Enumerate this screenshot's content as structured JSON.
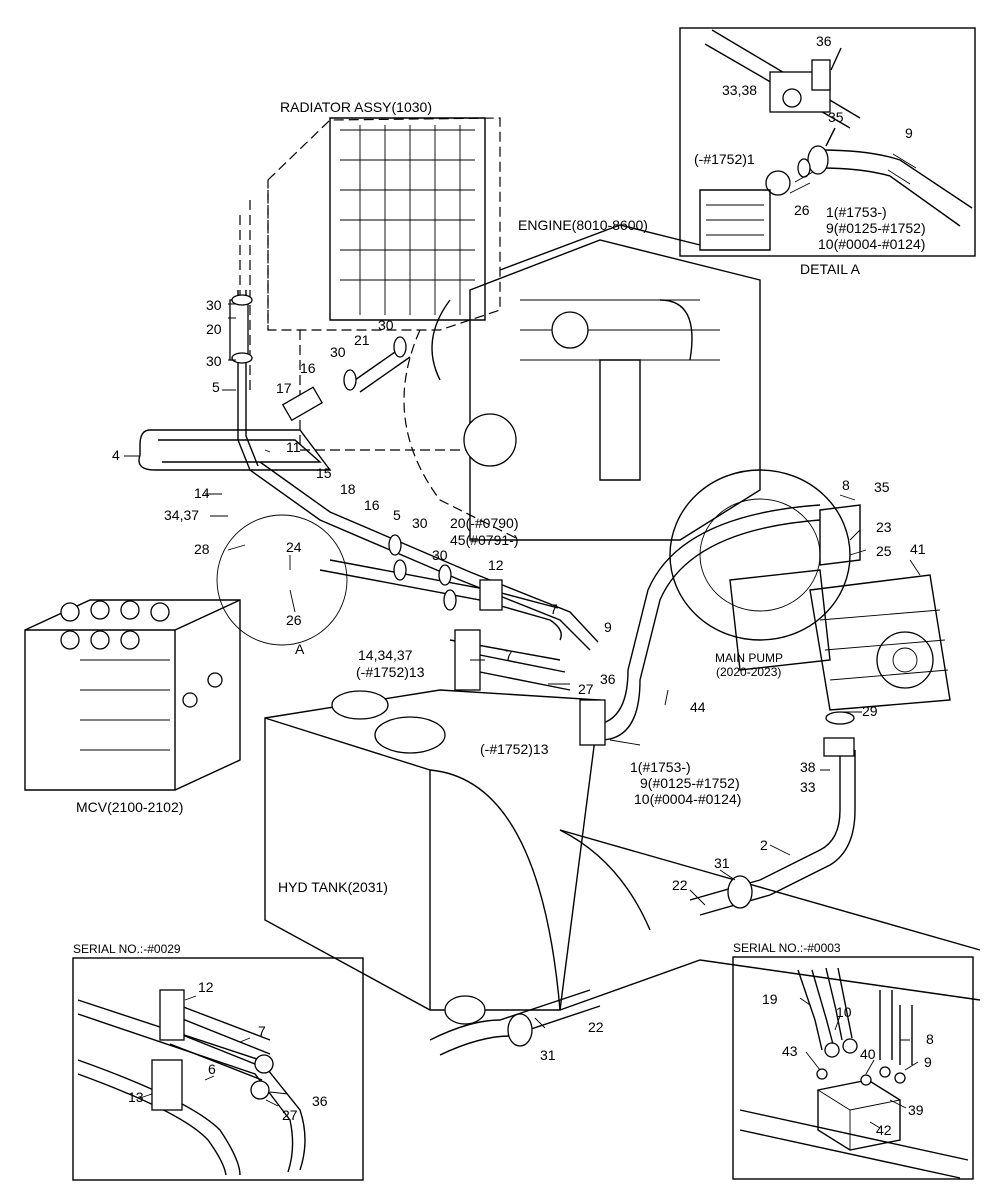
{
  "components": {
    "radiator": "RADIATOR ASSY(1030)",
    "engine": "ENGINE(8010-8600)",
    "main_pump_line1": "MAIN PUMP",
    "main_pump_line2": "(2020-2023)",
    "mcv": "MCV(2100-2102)",
    "hyd_tank": "HYD TANK(2031)"
  },
  "detail_a": {
    "title": "DETAIL A",
    "marker": "A",
    "labels": {
      "p36": "36",
      "p33_38": "33,38",
      "p35": "35",
      "p9": "9",
      "p1752_1": "(-#1752)1",
      "p26": "26",
      "serial_1": "1(#1753-)",
      "serial_9": "9(#0125-#1752)",
      "serial_10": "10(#0004-#0124)"
    }
  },
  "main_labels": {
    "p30a": "30",
    "p20": "20",
    "p30b": "30",
    "p5a": "5",
    "p30c": "30",
    "p21": "21",
    "p30d": "30",
    "p16a": "16",
    "p17": "17",
    "p4": "4",
    "p11": "11",
    "p14": "14",
    "p34_37": "34,37",
    "p15": "15",
    "p18": "18",
    "p16b": "16",
    "p5b": "5",
    "p30e": "30",
    "p28": "28",
    "p24": "24",
    "p20_0790": "20(-#0790)",
    "p45_0791": "45(#0791-)",
    "p30f": "30",
    "p12": "12",
    "p26": "26",
    "p7a": "7",
    "p7b": "7",
    "p14_34_37": "14,34,37",
    "p1752_13a": "(-#1752)13",
    "p27": "27",
    "p36": "36",
    "p44": "44",
    "p9": "9",
    "p1752_13b": "(-#1752)13",
    "p1_1753": "1(#1753-)",
    "p9_0125": "9(#0125-#1752)",
    "p10_0004": "10(#0004-#0124)",
    "p8": "8",
    "p35": "35",
    "p23": "23",
    "p25": "25",
    "p41": "41",
    "p29": "29",
    "p38": "38",
    "p33": "33",
    "p2": "2",
    "p31a": "31",
    "p22a": "22",
    "p22b": "22",
    "p31b": "31"
  },
  "serial_0029": {
    "title": "SERIAL NO.:-#0029",
    "labels": {
      "p12": "12",
      "p7": "7",
      "p6": "6",
      "p13": "13",
      "p36": "36",
      "p27": "27"
    }
  },
  "serial_0003": {
    "title": "SERIAL NO.:-#0003",
    "labels": {
      "p19": "19",
      "p10": "10",
      "p8": "8",
      "p43": "43",
      "p40": "40",
      "p9": "9",
      "p39": "39",
      "p42": "42"
    }
  }
}
